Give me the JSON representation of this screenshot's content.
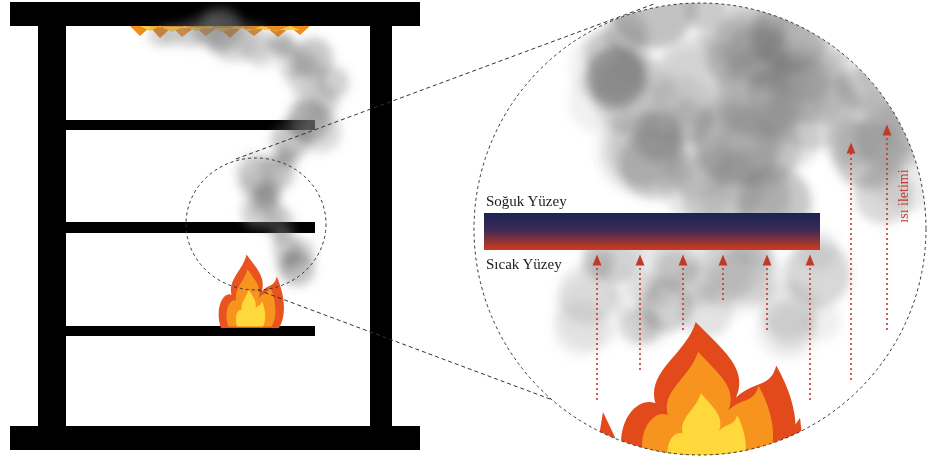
{
  "diagram": {
    "labels": [
      "Soğuk Yüzey",
      "Sıcak Yüzey",
      "ısı iletimi"
    ]
  }
}
